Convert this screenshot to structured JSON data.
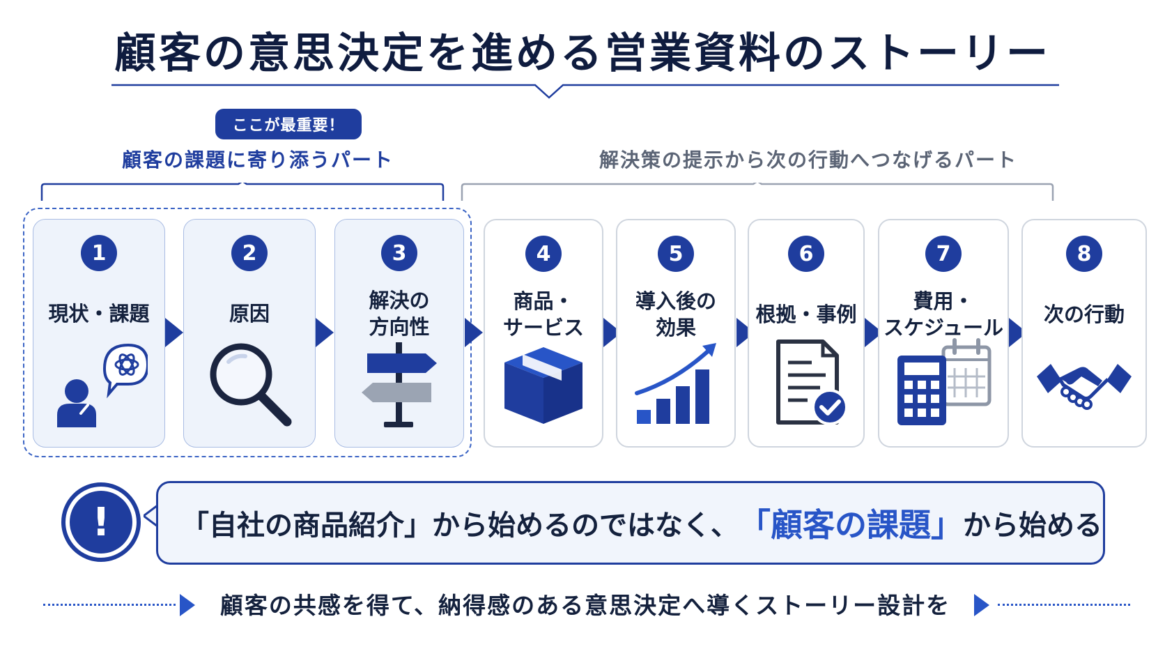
{
  "title": "顧客の意思決定を進める営業資料のストーリー",
  "sections": {
    "left": {
      "badge": "ここが最重要！",
      "label": "顧客の課題に寄り添うパート"
    },
    "right": {
      "label": "解決策の提示から次の行動へつなげるパート"
    }
  },
  "steps": [
    {
      "number": "1",
      "label": "現状・課題",
      "icon": "thinking-person-icon"
    },
    {
      "number": "2",
      "label": "原因",
      "icon": "magnifying-glass-icon"
    },
    {
      "number": "3",
      "label": "解決の\n方向性",
      "icon": "signpost-icon"
    },
    {
      "number": "4",
      "label": "商品・\nサービス",
      "icon": "box-icon"
    },
    {
      "number": "5",
      "label": "導入後の\n効果",
      "icon": "growth-chart-icon"
    },
    {
      "number": "6",
      "label": "根拠・事例",
      "icon": "checked-document-icon"
    },
    {
      "number": "7",
      "label": "費用・\nスケジュール",
      "icon": "calculator-calendar-icon"
    },
    {
      "number": "8",
      "label": "次の行動",
      "icon": "handshake-icon"
    }
  ],
  "key_message": {
    "icon_glyph": "!",
    "prefix": "「自社の商品紹介」から始めるのではなく、",
    "highlight": "「顧客の課題」",
    "suffix": "から始める"
  },
  "footer": "顧客の共感を得て、納得感のある意思決定へ導くストーリー設計を",
  "colors": {
    "primary": "#1f3d9e",
    "accent": "#2855c7",
    "gray": "#5b6475",
    "focus_bg": "#eef3fb"
  }
}
